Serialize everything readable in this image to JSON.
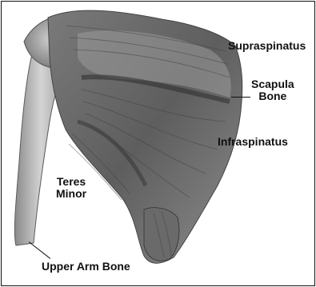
{
  "labels": {
    "supraspinatus": "Supraspinatus",
    "scapula_line1": "Scapula",
    "scapula_line2": "Bone",
    "infraspinatus": "Infraspinatus",
    "teres_line1": "Teres",
    "teres_line2": "Minor",
    "upper_arm": "Upper Arm Bone"
  }
}
